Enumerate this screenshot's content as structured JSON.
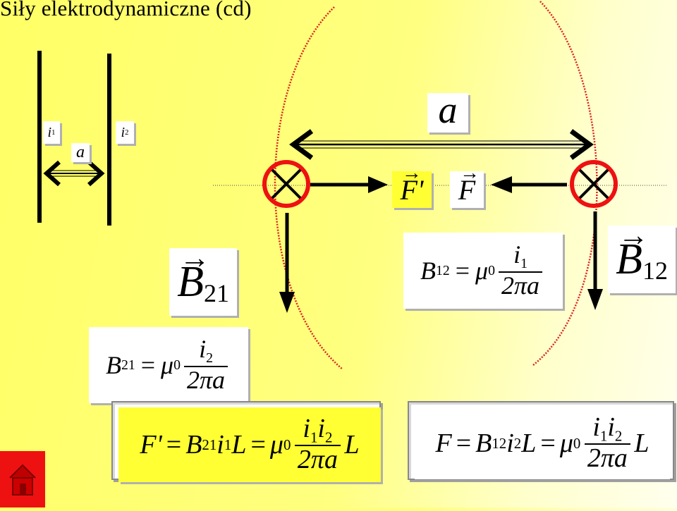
{
  "title": "Siły elektrodynamiczne (cd)",
  "labels": {
    "i1_left": "i",
    "i1_sub": "1",
    "i2_left": "i",
    "i2_sub": "2",
    "a_small": "a",
    "a_big": "a",
    "F_prime": "F'",
    "F": "F",
    "B21_letter": "B",
    "B21_sub": "21",
    "B12_letter": "B",
    "B12_sub": "12"
  },
  "equations": {
    "B12": {
      "lhs": "B",
      "lhs_sub": "12",
      "eq": "=",
      "mu": "μ",
      "mu_sub": "0",
      "num": "i",
      "num_sub": "1",
      "den": "2πa"
    },
    "B21": {
      "lhs": "B",
      "lhs_sub": "21",
      "eq": "=",
      "mu": "μ",
      "mu_sub": "0",
      "num": "i",
      "num_sub": "2",
      "den": "2πa"
    },
    "Fprime": {
      "lhs": "F'",
      "eq": "=",
      "term1": "B",
      "term1_sub": "21",
      "term2": "i",
      "term2_sub": "1",
      "term3": "L",
      "eq2": "=",
      "mu": "μ",
      "mu_sub": "0",
      "num": "i",
      "num_sub1": "1",
      "num2": "i",
      "num_sub2": "2",
      "den": "2πa",
      "tail": "L"
    },
    "F": {
      "lhs": "F",
      "eq": "=",
      "term1": "B",
      "term1_sub": "12",
      "term2": "i",
      "term2_sub": "2",
      "term3": "L",
      "eq2": "=",
      "mu": "μ",
      "mu_sub": "0",
      "num": "i",
      "num_sub1": "1",
      "num2": "i",
      "num_sub2": "2",
      "den": "2πa",
      "tail": "L"
    }
  },
  "colors": {
    "background_left": "#ffff66",
    "background_right": "#ffffee",
    "wire_marker": "#ee1111",
    "field_line": "#dd2222",
    "highlight_box": "#ffff33",
    "home_button": "#ee1111"
  },
  "icons": {
    "home": "home-icon",
    "wire_into_page": "cross-circle-icon"
  }
}
